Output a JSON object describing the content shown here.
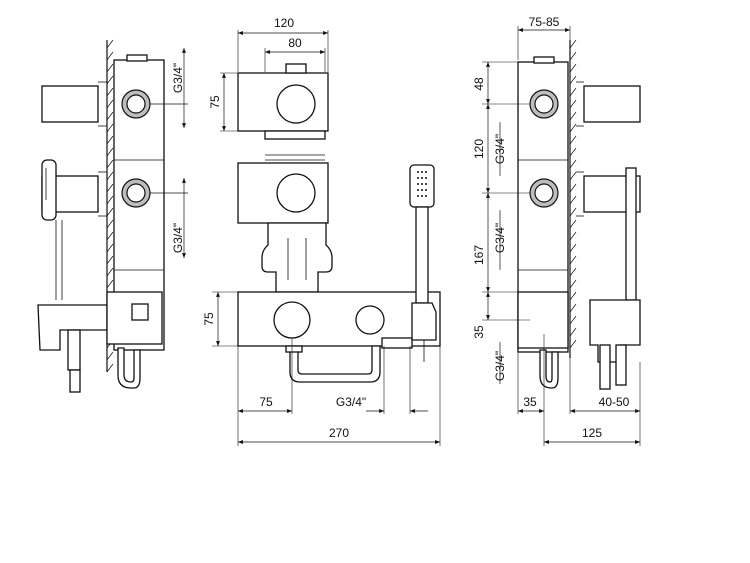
{
  "dimensions": {
    "front_width_120": "120",
    "front_width_80": "80",
    "front_block_75": "75",
    "front_body_75": "75",
    "front_offset_75": "75",
    "front_outlet_g34": "G3/4\"",
    "front_total_270": "270",
    "left_thread_top": "G3/4\"",
    "left_thread_mid": "G3/4\"",
    "right_depth": "75-85",
    "right_48": "48",
    "right_120": "120",
    "right_thread_a": "G3/4\"",
    "right_167": "167",
    "right_thread_b": "G3/4\"",
    "right_35_vertical": "35",
    "right_thread_c": "G3/4\"",
    "right_35_horizontal": "35",
    "right_40_50": "40-50",
    "right_125": "125"
  },
  "colors": {
    "line": "#111111",
    "ring_fill": "#bdbdbd",
    "background": "#ffffff"
  }
}
